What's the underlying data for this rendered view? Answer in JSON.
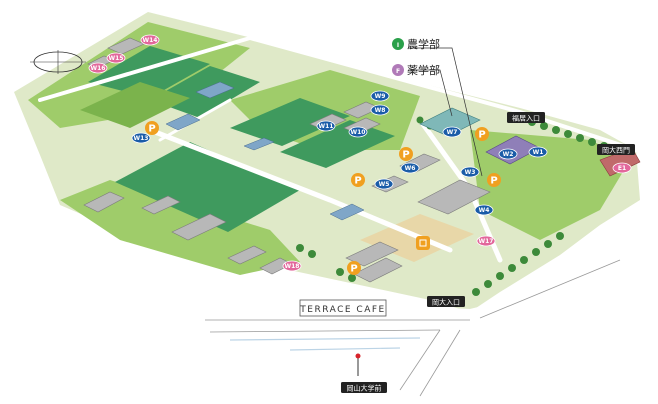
{
  "colors": {
    "grass": "#9fcc6a",
    "grass_dark": "#7bb34c",
    "field": "#3f9a5e",
    "field_dark": "#2f7e4a",
    "road": "#ffffff",
    "building_gray": "#b8b8b8",
    "badge_blue": "#1a5ca8",
    "badge_pink": "#e2679b",
    "badge_red": "#d8232a",
    "parking": "#f0a020",
    "sand": "#e8d7a8",
    "tree": "#3d8a3a"
  },
  "legend": [
    {
      "marker": "I",
      "label": "農学部",
      "color": "#2aa04a"
    },
    {
      "marker": "F",
      "label": "薬学部",
      "color": "#b07ab8"
    }
  ],
  "buildings": [
    {
      "id": "W14",
      "color": "#e2679b"
    },
    {
      "id": "W15",
      "color": "#e2679b"
    },
    {
      "id": "W16",
      "color": "#e2679b"
    },
    {
      "id": "W13",
      "color": "#1a5ca8"
    },
    {
      "id": "W9",
      "color": "#1a5ca8"
    },
    {
      "id": "W8",
      "color": "#1a5ca8"
    },
    {
      "id": "W11",
      "color": "#1a5ca8"
    },
    {
      "id": "W10",
      "color": "#1a5ca8"
    },
    {
      "id": "W7",
      "color": "#1a5ca8"
    },
    {
      "id": "W6",
      "color": "#1a5ca8"
    },
    {
      "id": "W5",
      "color": "#1a5ca8"
    },
    {
      "id": "W3",
      "color": "#1a5ca8"
    },
    {
      "id": "W2",
      "color": "#1a5ca8"
    },
    {
      "id": "W1",
      "color": "#1a5ca8"
    },
    {
      "id": "W4",
      "color": "#1a5ca8"
    },
    {
      "id": "W17",
      "color": "#e2679b"
    },
    {
      "id": "W18",
      "color": "#e2679b"
    },
    {
      "id": "E1",
      "color": "#e2679b"
    }
  ],
  "gates": [
    {
      "label": "福居入口"
    },
    {
      "label": "岡大西門"
    },
    {
      "label": "岡大入口"
    },
    {
      "label": "岡山大学前"
    }
  ],
  "cafe": "TERRACE CAFE",
  "parking_label": "P"
}
